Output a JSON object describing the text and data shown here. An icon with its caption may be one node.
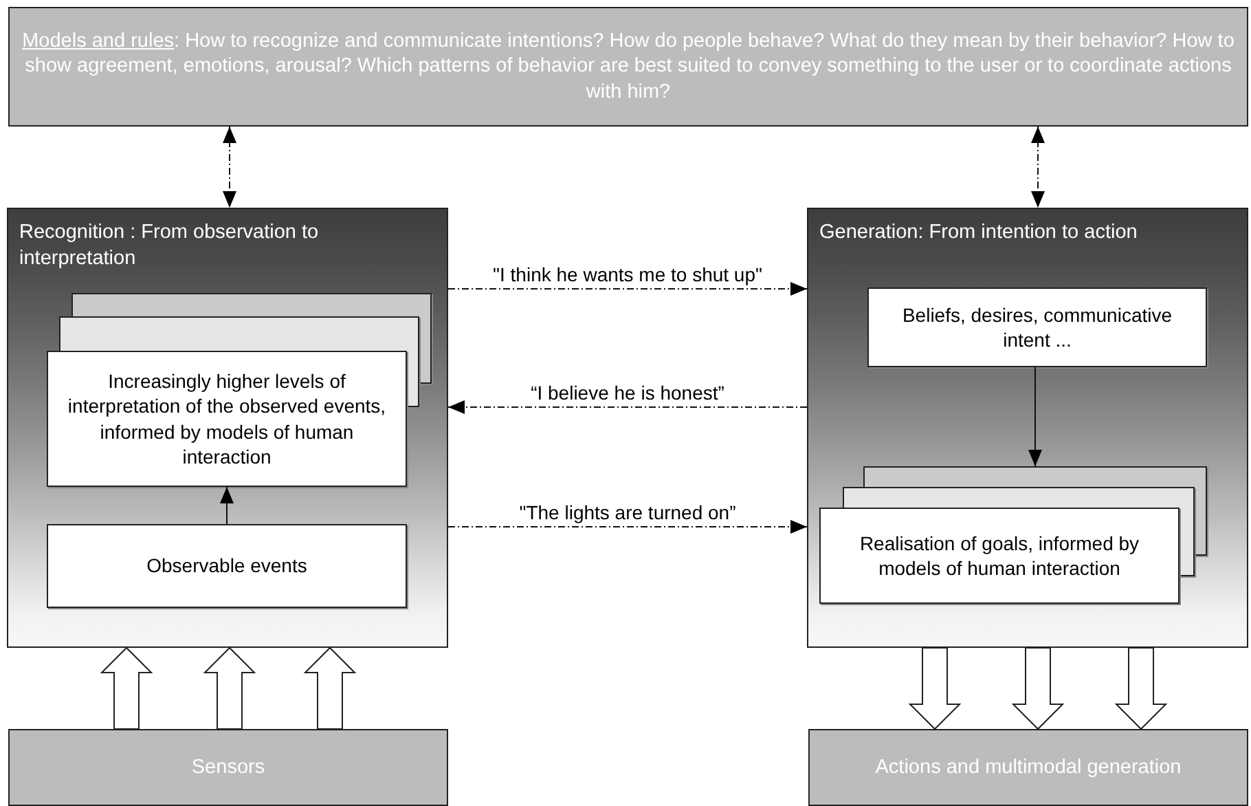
{
  "diagram": {
    "nodes": [
      {
        "text": [
          "Models and rules",
          ": How to recognize and communicate intentions? How do people behave? What do they mean by their behavior? How to show agreement, emotions, arousal? Which patterns of behavior are best suited to convey something to the user or to coordinate actions with him?"
        ]
      },
      {
        "text": [
          "Recognition : From observation to interpretation"
        ]
      },
      {
        "text": [
          "Increasingly higher levels of interpretation of the observed events, informed by models of human interaction"
        ],
        "in": 1
      },
      {
        "text": [
          "Observable events"
        ],
        "in": 1
      },
      {
        "text": [
          "Generation: From intention to action"
        ]
      },
      {
        "text": [
          "Beliefs, desires, communicative intent ..."
        ],
        "in": 4
      },
      {
        "text": [
          "Realisation of goals, informed by models of human interaction"
        ],
        "in": 4
      },
      {
        "text": [
          "Sensors"
        ]
      },
      {
        "text": [
          "Actions and multimodal generation"
        ]
      }
    ],
    "edges": [
      {
        "from": 0,
        "to": 1,
        "arrow": "both",
        "style": "dashed"
      },
      {
        "from": 0,
        "to": 4,
        "arrow": "both",
        "style": "dashed"
      },
      {
        "from": 3,
        "to": 2,
        "arrow": "to"
      },
      {
        "from": 1,
        "to": 4,
        "arrow": "to",
        "style": "dashed",
        "label": "\"I think he wants me to shut up\""
      },
      {
        "from": 4,
        "to": 1,
        "arrow": "to",
        "style": "dashed",
        "label": "“I believe he is honest”"
      },
      {
        "from": 1,
        "to": 4,
        "arrow": "to",
        "style": "dashed",
        "label": "\"The lights are turned on”"
      },
      {
        "from": 5,
        "to": 6,
        "arrow": "to"
      },
      {
        "from": 7,
        "to": 1,
        "arrow": "to",
        "style": "thick"
      },
      {
        "from": 7,
        "to": 1,
        "arrow": "to",
        "style": "thick"
      },
      {
        "from": 7,
        "to": 1,
        "arrow": "to",
        "style": "thick"
      },
      {
        "from": 4,
        "to": 8,
        "arrow": "to",
        "style": "thick"
      },
      {
        "from": 4,
        "to": 8,
        "arrow": "to",
        "style": "thick"
      },
      {
        "from": 4,
        "to": 8,
        "arrow": "to",
        "style": "thick"
      }
    ]
  }
}
